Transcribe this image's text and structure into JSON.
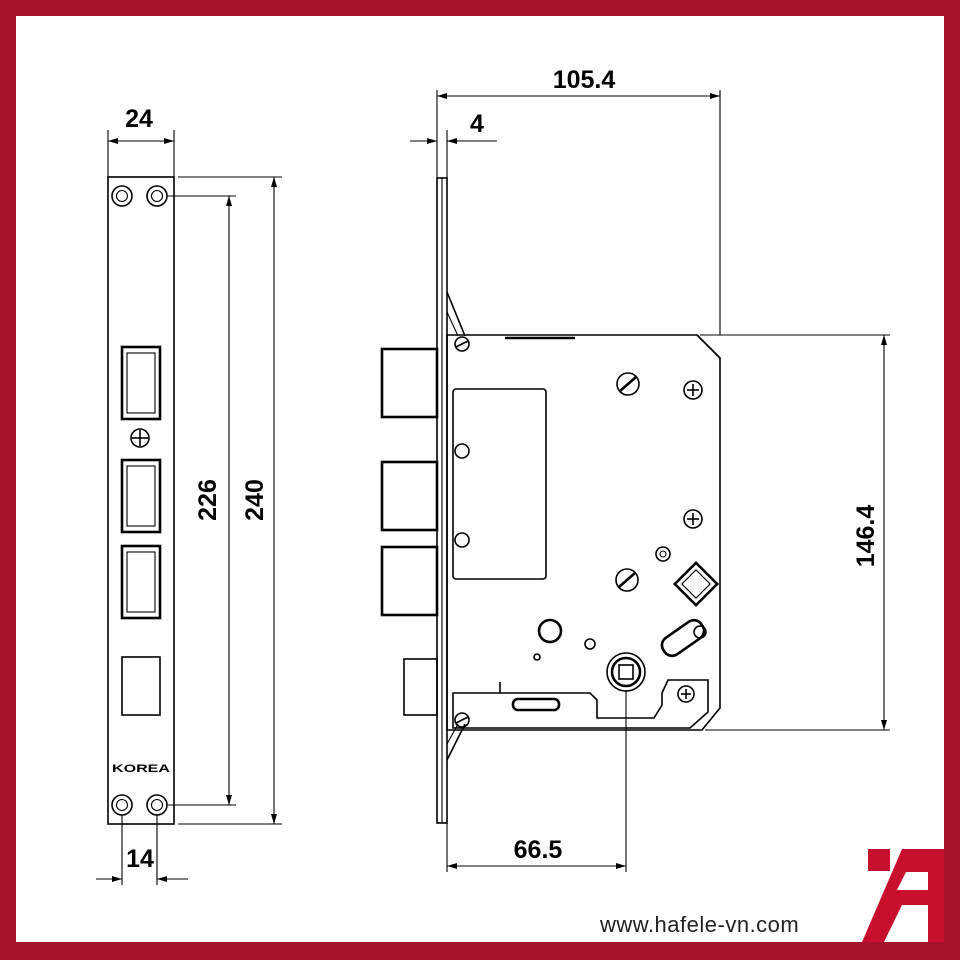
{
  "diagram": {
    "dimensions": {
      "faceplate_width": "24",
      "screw_spacing_bottom": "14",
      "screw_spacing_vertical": "226",
      "faceplate_height": "240",
      "backset_total": "105.4",
      "faceplate_thickness": "4",
      "case_height": "146.4",
      "backset": "66.5"
    },
    "faceplate_marking": "KOREA"
  },
  "watermark": {
    "url": "www.hafele-vn.com",
    "logo": "hafele-logo"
  },
  "colors": {
    "border": "#a8132c",
    "logo": "#c8102e",
    "line": "#000000",
    "background": "#ffffff"
  }
}
